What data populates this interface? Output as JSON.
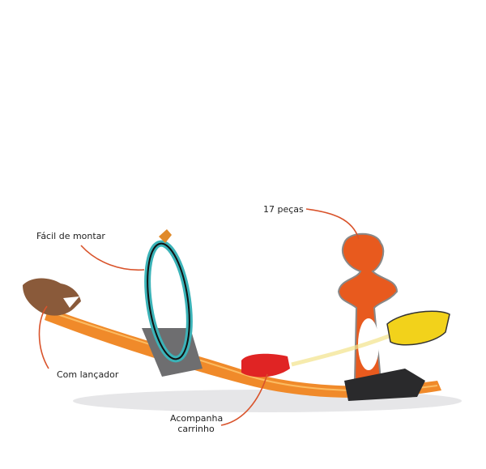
{
  "product": {
    "description": "Toy car track set with dinosaur launcher, loop, volcano jump and cars"
  },
  "callouts": [
    {
      "id": "easy-assembly",
      "text": "Fácil de montar"
    },
    {
      "id": "pieces",
      "text": "17 peças"
    },
    {
      "id": "launcher",
      "text": "Com lançador"
    },
    {
      "id": "car-included",
      "line1": "Acompanha",
      "line2": "carrinho"
    }
  ],
  "colors": {
    "callout_line": "#d9532b",
    "track_orange": "#f08a2a",
    "loop_teal": "#3bb3b8",
    "volcano_orange": "#e85a1e",
    "dino_brown": "#8a5a3a",
    "red_car": "#e02424",
    "yellow_car": "#f2d21b",
    "base_gray": "#6e6e70"
  }
}
